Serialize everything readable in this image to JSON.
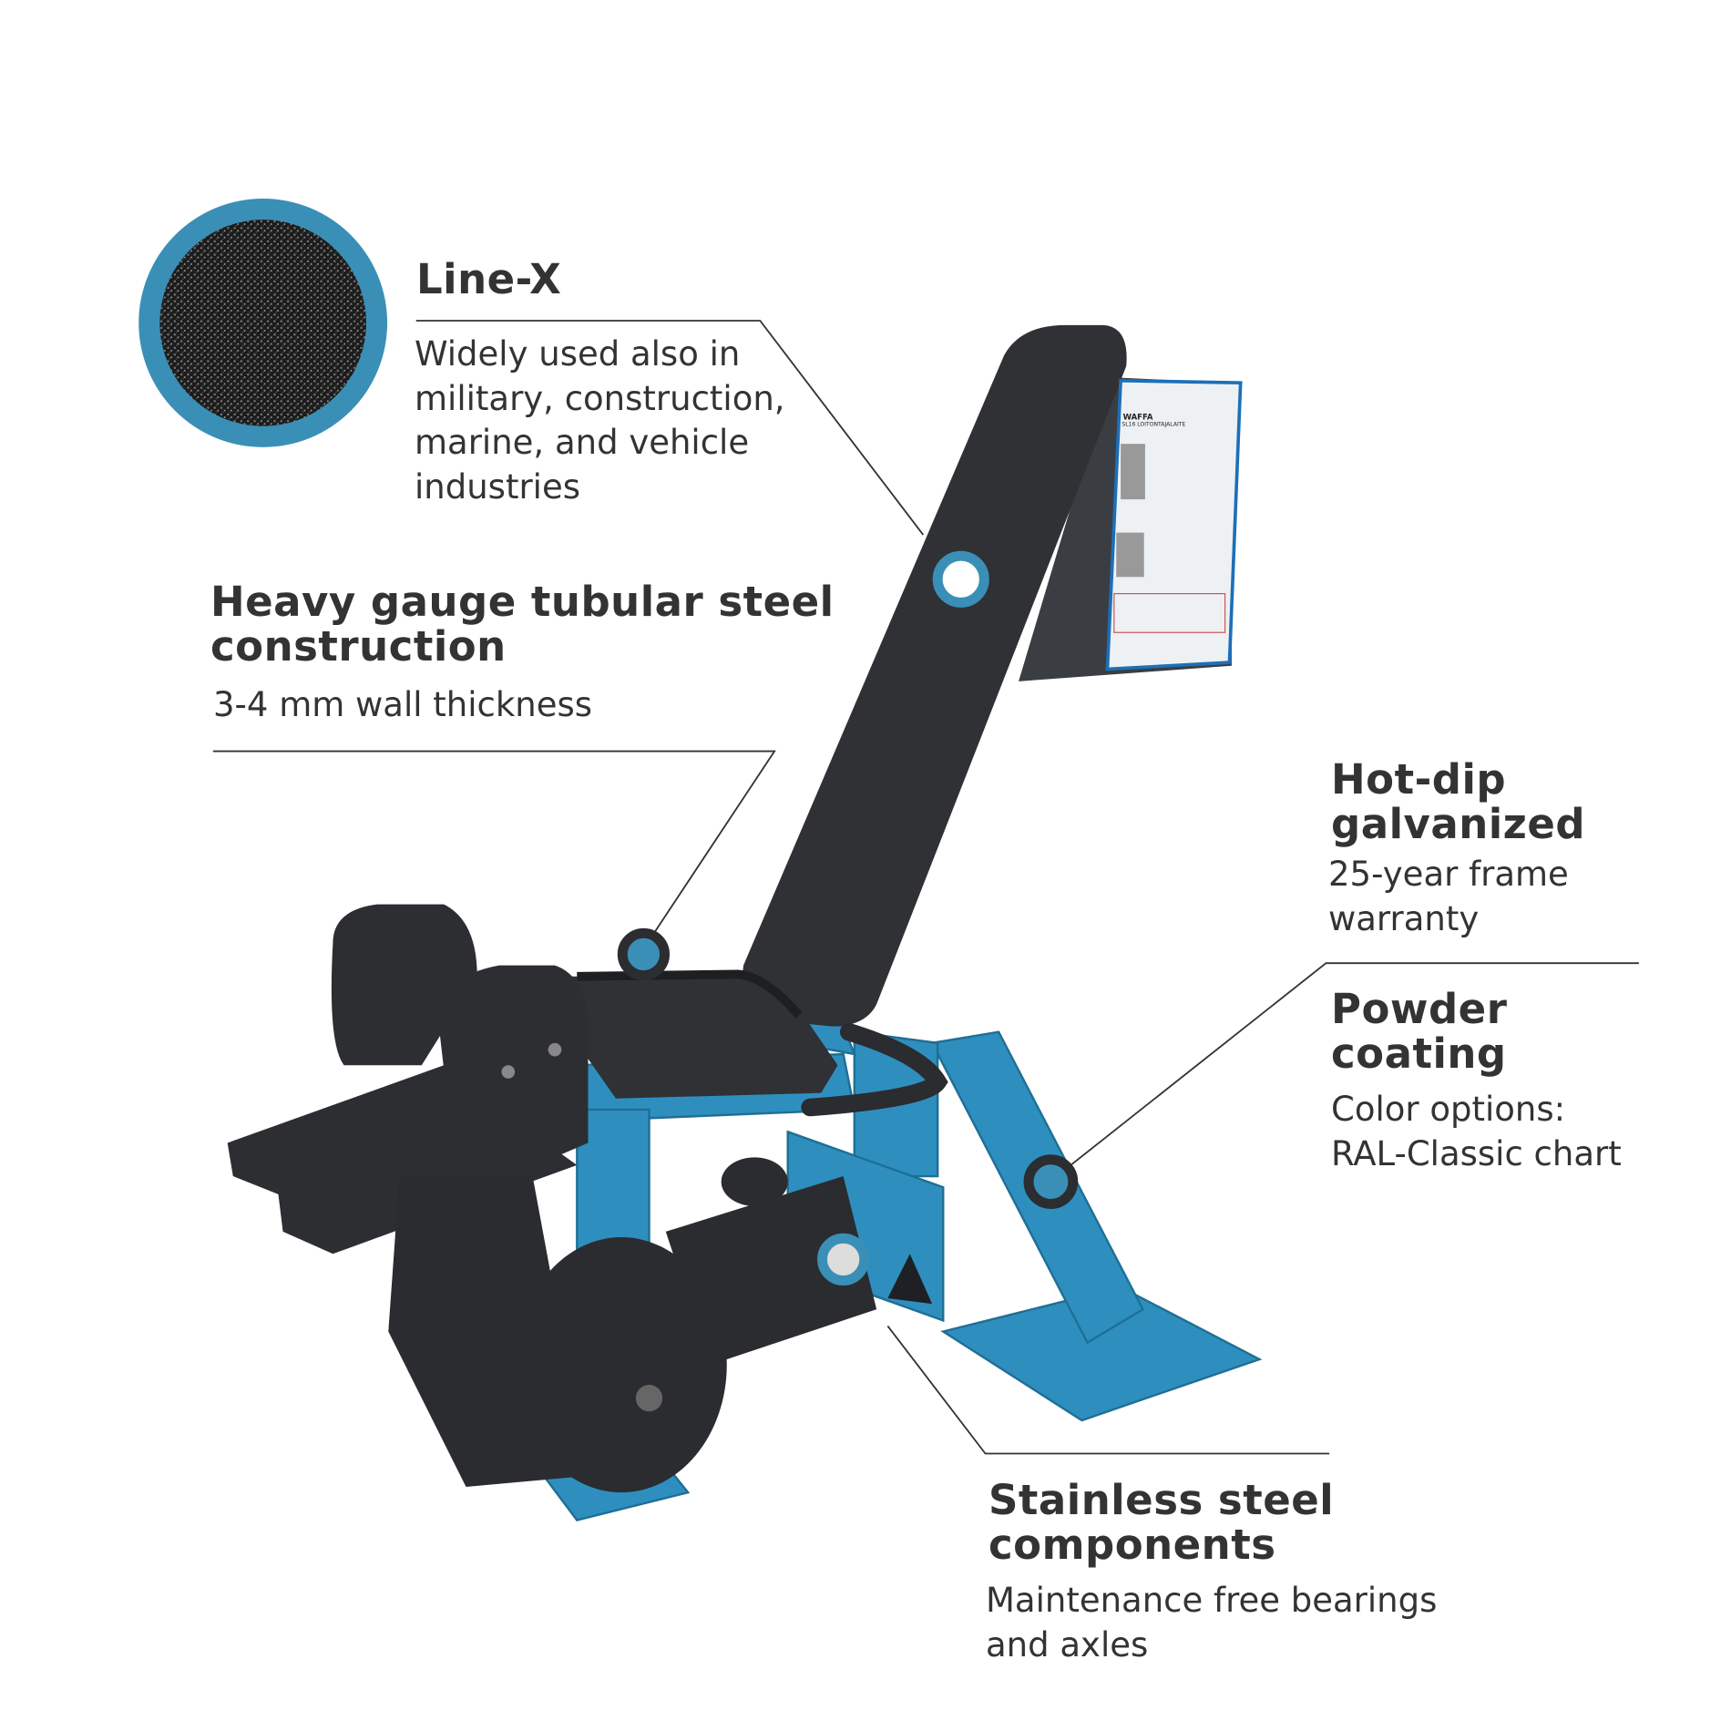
{
  "colors": {
    "accent": "#3a8fb7",
    "frame": "#2e8fbf",
    "dark": "#2d2f33",
    "text": "#333333"
  },
  "linex": {
    "title": "Line-X",
    "body": [
      "Widely used also in",
      "military, construction,",
      "marine, and vehicle",
      "industries"
    ]
  },
  "steel": {
    "title": [
      "Heavy gauge tubular steel",
      "construction"
    ],
    "body": "3-4 mm wall thickness"
  },
  "galvanized": {
    "title": [
      "Hot-dip",
      "galvanized"
    ],
    "body": [
      "25-year frame",
      "warranty"
    ]
  },
  "powder": {
    "title": [
      "Powder",
      "coating"
    ],
    "body": [
      "Color options:",
      "RAL-Classic chart"
    ]
  },
  "stainless": {
    "title": [
      "Stainless steel",
      "components"
    ],
    "body": [
      "Maintenance free bearings",
      "and axles"
    ]
  },
  "sign": {
    "brand": "WAFFA",
    "product": "SL16 LOITONTAJALAITE"
  }
}
